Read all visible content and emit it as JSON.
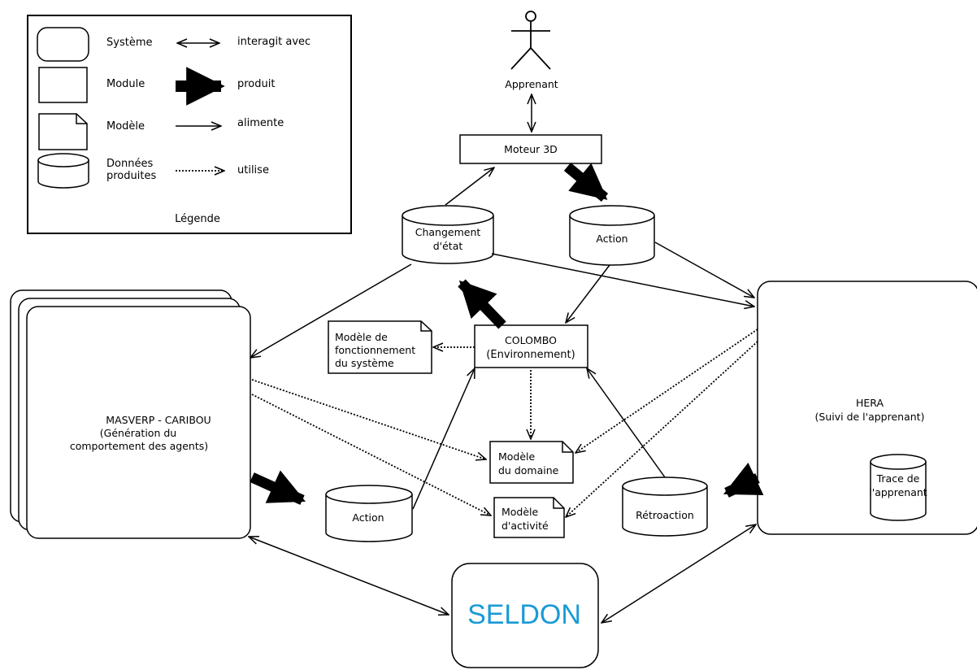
{
  "legend": {
    "title": "Légende",
    "items": [
      {
        "shape": "Système",
        "arrow": "interagit avec"
      },
      {
        "shape": "Module",
        "arrow": "produit"
      },
      {
        "shape": "Modèle",
        "arrow": "alimente"
      },
      {
        "shape": [
          "Données",
          "produites"
        ],
        "arrow": "utilise"
      }
    ]
  },
  "nodes": {
    "apprenant": "Apprenant",
    "moteur": "Moteur 3D",
    "changement": [
      "Changement",
      "d'état"
    ],
    "action_top": "Action",
    "colombo": [
      "COLOMBO",
      "(Environnement)"
    ],
    "modele_fonct": [
      "Modèle de",
      "fonctionnement",
      "du système"
    ],
    "masverp": [
      "MASVERP - CARIBOU",
      "(Génération du",
      "comportement des agents)"
    ],
    "hera": [
      "HERA",
      "(Suivi de l'apprenant)"
    ],
    "trace": [
      "Trace de",
      "l'apprenant"
    ],
    "modele_domaine": [
      "Modèle",
      "du domaine"
    ],
    "modele_activite": [
      "Modèle",
      "d'activité"
    ],
    "action_bottom": "Action",
    "retroaction": "Rétroaction",
    "seldon": "SELDON"
  },
  "colors": {
    "seldon_text": "#1a9ad6",
    "stroke": "#000000"
  }
}
